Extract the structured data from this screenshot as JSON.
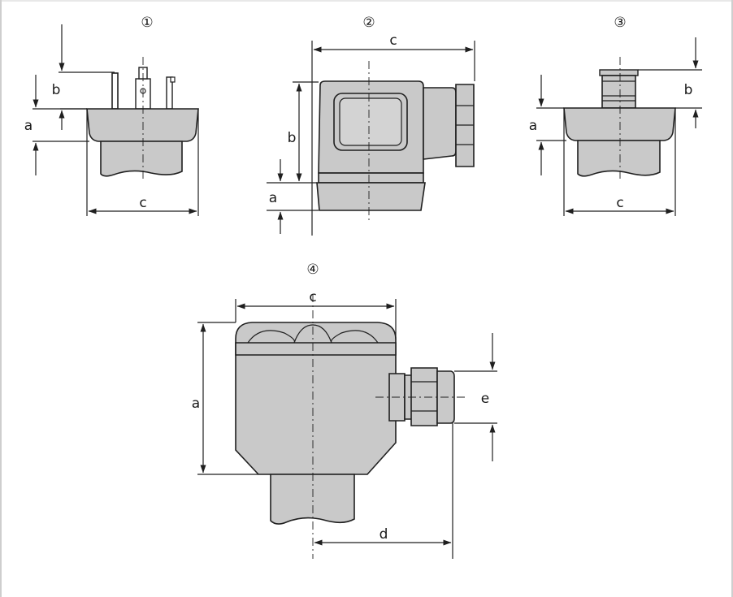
{
  "figure": {
    "variants": [
      {
        "id": "1",
        "marker": "①",
        "dimensions": [
          "a",
          "b",
          "c"
        ]
      },
      {
        "id": "2",
        "marker": "②",
        "dimensions": [
          "a",
          "b",
          "c"
        ]
      },
      {
        "id": "3",
        "marker": "③",
        "dimensions": [
          "a",
          "b",
          "c"
        ]
      },
      {
        "id": "4",
        "marker": "④",
        "dimensions": [
          "a",
          "c",
          "d",
          "e"
        ]
      }
    ],
    "colors": {
      "body": "#c9c9c9",
      "outline": "#1f1f1f",
      "frame": "#bdbdbd"
    }
  }
}
